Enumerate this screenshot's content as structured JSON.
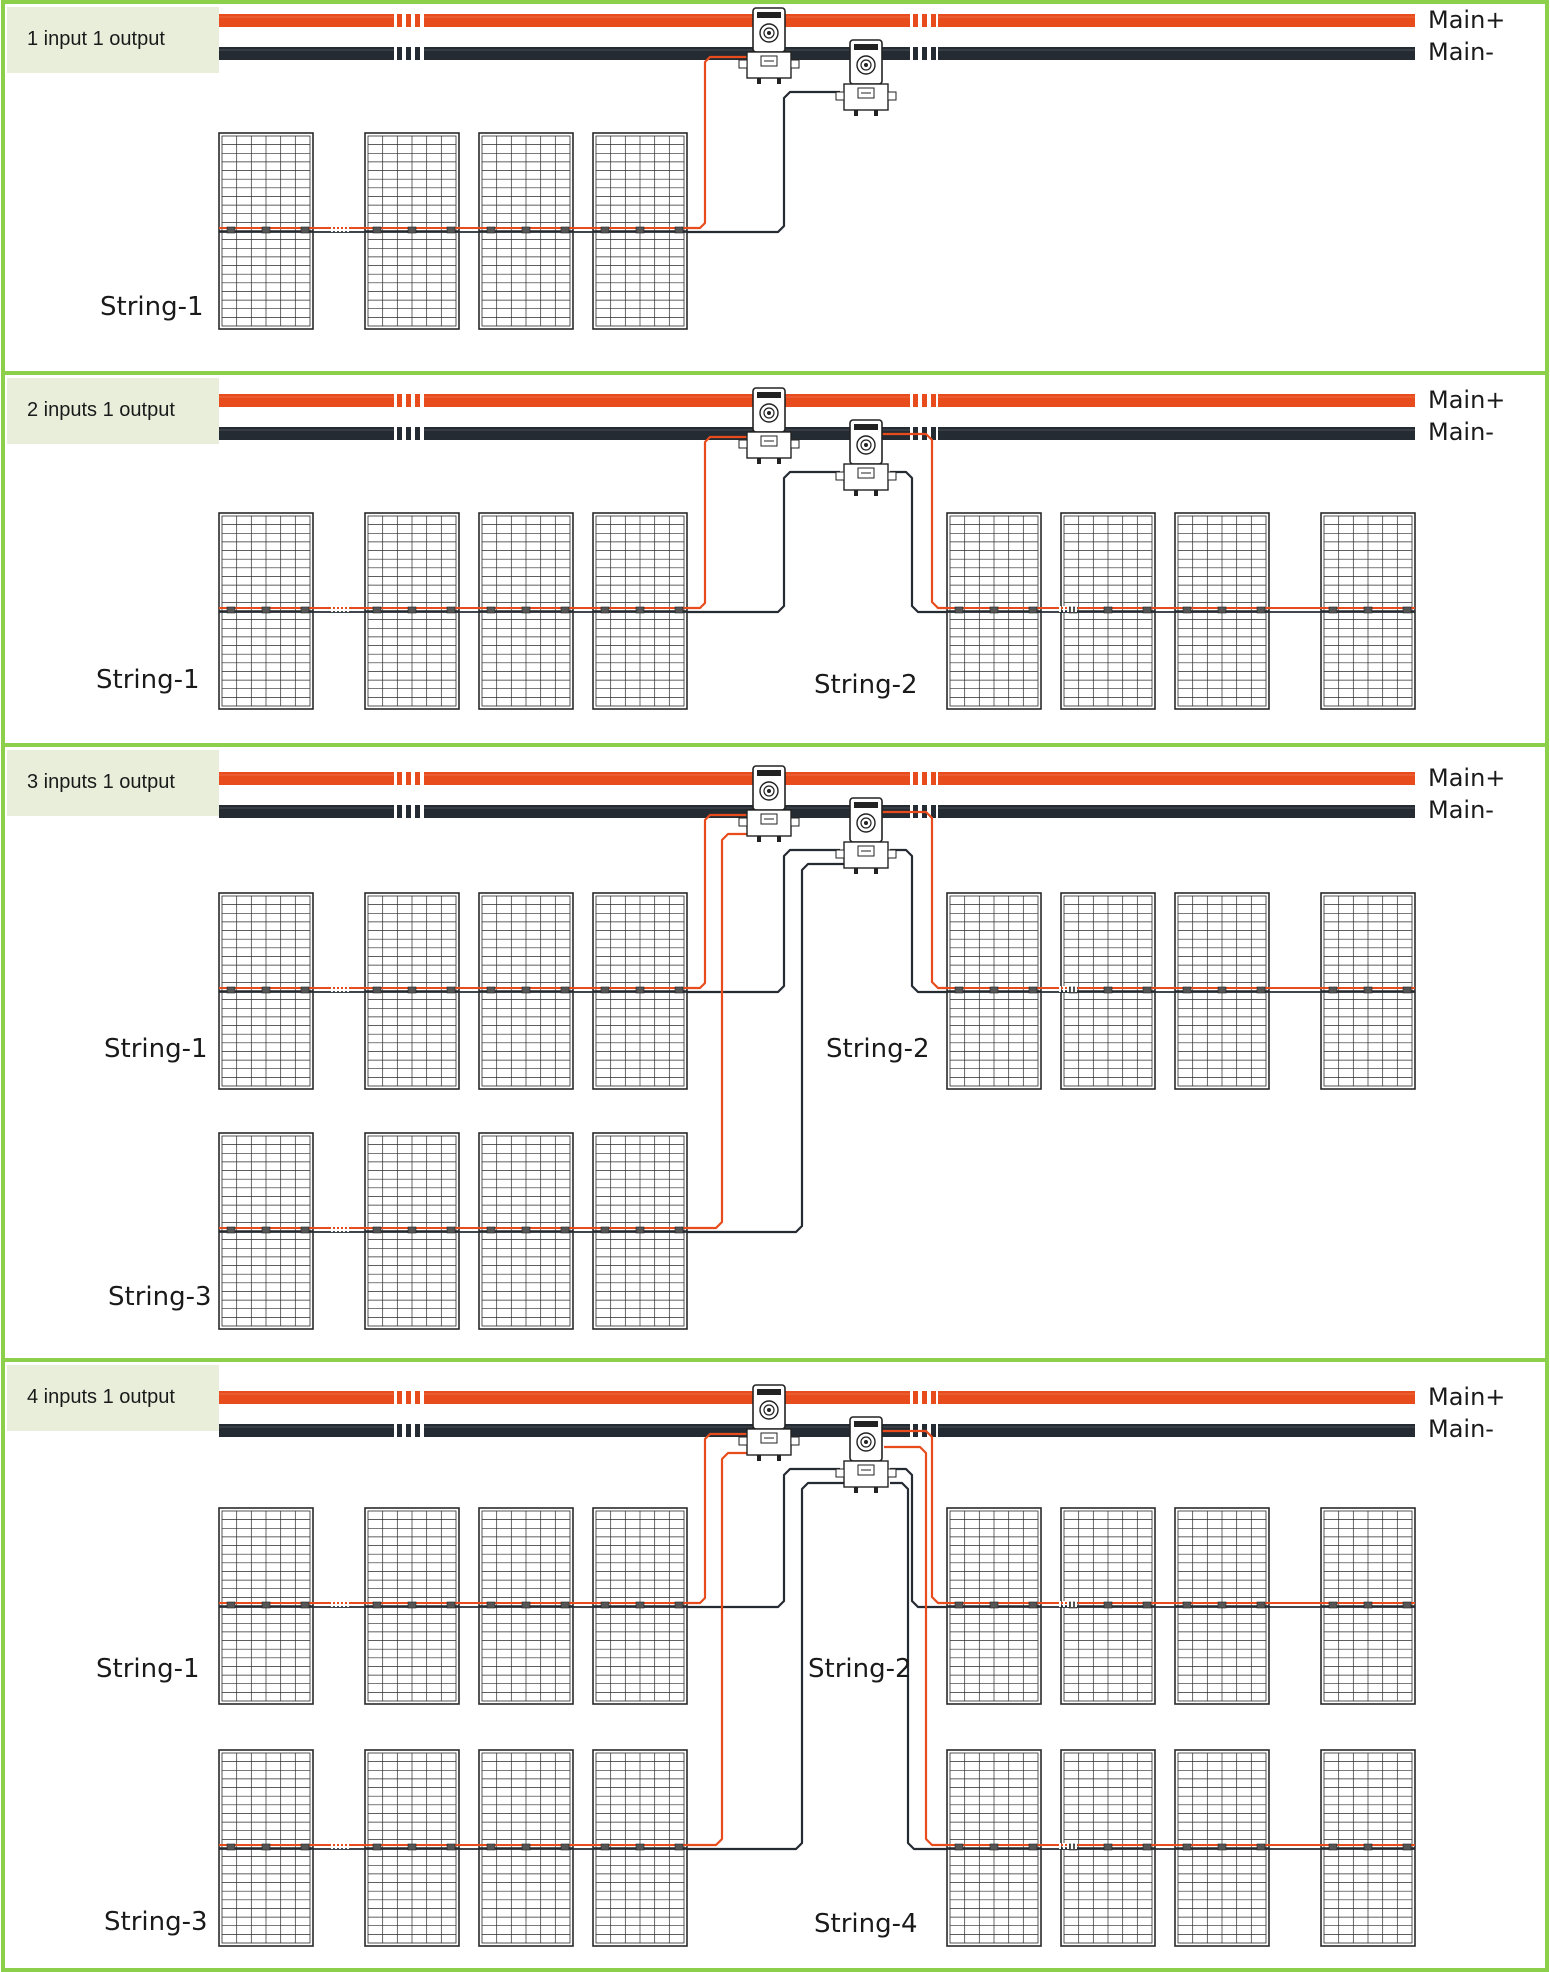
{
  "colors": {
    "frame": "#8bcf4b",
    "label_bg": "#e9eedb",
    "positive": "#e84c1c",
    "negative": "#252b33",
    "panel_stroke": "#2a2a2a",
    "panel_fill": "#ffffff"
  },
  "bus_labels": {
    "positive": "Main+",
    "negative": "Main-"
  },
  "sections": [
    {
      "label": "1 input 1 output",
      "strings": [
        {
          "name": "String-1"
        }
      ]
    },
    {
      "label": "2 inputs 1 output",
      "strings": [
        {
          "name": "String-1"
        },
        {
          "name": "String-2"
        }
      ]
    },
    {
      "label": "3 inputs 1 output",
      "strings": [
        {
          "name": "String-1"
        },
        {
          "name": "String-2"
        },
        {
          "name": "String-3"
        }
      ]
    },
    {
      "label": "4 inputs 1 output",
      "strings": [
        {
          "name": "String-1"
        },
        {
          "name": "String-2"
        },
        {
          "name": "String-3"
        },
        {
          "name": "String-4"
        }
      ]
    }
  ],
  "icons": {
    "branch_connector": "branch-connector-icon",
    "solar_panel": "solar-panel-icon"
  }
}
